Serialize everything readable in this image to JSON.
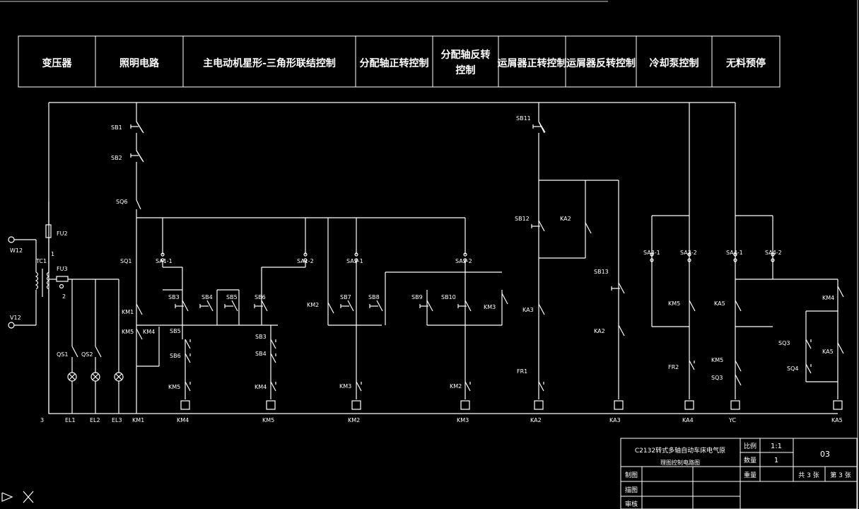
{
  "colors": {
    "background": "#000000",
    "line": "#ffffff",
    "cursor": "#ffffff"
  },
  "header": {
    "sections": [
      "变压器",
      "照明电路",
      "主电动机星形-三角形联结控制",
      "分配轴正转控制",
      "分配轴反转|控制",
      "运屑器正转控制",
      "运屑器反转控制",
      "冷却泵控制",
      "无料预停"
    ]
  },
  "labels": {
    "transformer": {
      "w12": "W12",
      "v12": "V12",
      "tc1": "TC1",
      "fu2": "FU2",
      "fu3": "FU3",
      "tap1": "1",
      "tap2": "2"
    },
    "lighting": {
      "qs1": "QS1",
      "qs2": "QS2",
      "el1": "EL1",
      "el2": "EL2",
      "el3": "EL3",
      "num3": "3"
    },
    "main_motor": {
      "sb1": "SB1",
      "sb2": "SB2",
      "sq6": "SQ6",
      "sq1": "SQ1",
      "sa1_1": "SA1-1",
      "sa1_2": "SA1-2",
      "sb3": "SB3",
      "sb4": "SB4",
      "sb5": "SB5",
      "sb6": "SB6",
      "sb5b": "SB5",
      "sb6b": "SB6",
      "sb3b": "SB3",
      "sb4b": "SB4",
      "km1": "KM1",
      "km5a": "KM5",
      "km4a": "KM4",
      "km5_coil_contact": "KM5",
      "km4_coil_contact": "KM4",
      "coil_km1": "KM1",
      "coil_km4": "KM4",
      "coil_km5": "KM5"
    },
    "distribution": {
      "km2": "KM2",
      "sa2_1": "SA2-1",
      "sa2_2": "SA2-2",
      "sb7": "SB7",
      "sb8": "SB8",
      "sb9": "SB9",
      "sb10": "SB10",
      "km3": "KM3",
      "km3b": "KM3",
      "km2b": "KM2",
      "coil_km2": "KM2",
      "coil_km3": "KM3"
    },
    "chip_conveyor": {
      "sb11": "SB11",
      "sb12": "SB12",
      "ka2": "KA2",
      "ka3": "KA3",
      "sb13": "SB13",
      "ka2b": "KA2",
      "fr1": "FR1",
      "coil_ka2": "KA2",
      "coil_ka3": "KA3"
    },
    "coolant": {
      "sa3_1": "SA3-1",
      "sa3_2": "SA3-2",
      "km5": "KM5",
      "fr2": "FR2",
      "coil_ka4": "KA4"
    },
    "stop": {
      "sa4_1": "SA4-1",
      "sa4_2": "SA4-2",
      "ka5": "KA5",
      "km5": "KM5",
      "sq3": "SQ3",
      "km4": "KM4",
      "sq3b": "SQ3",
      "sq4": "SQ4",
      "ka5b": "KA5",
      "coil_yc": "YC",
      "coil_ka5": "KA5"
    }
  },
  "title_block": {
    "name_line1": "C2132转式多轴自动车床电气原",
    "name_line2": "理图控制电路图",
    "scale_label": "比例",
    "scale_value": "1:1",
    "qty_label": "数量",
    "qty_value": "1",
    "drawing_no": "03",
    "weight_label": "重量",
    "total_sheets": "共 3 张",
    "sheet_no": "第 3 张",
    "drawn_label": "制图",
    "drafter_label": "描图",
    "checker_label": "审核"
  }
}
